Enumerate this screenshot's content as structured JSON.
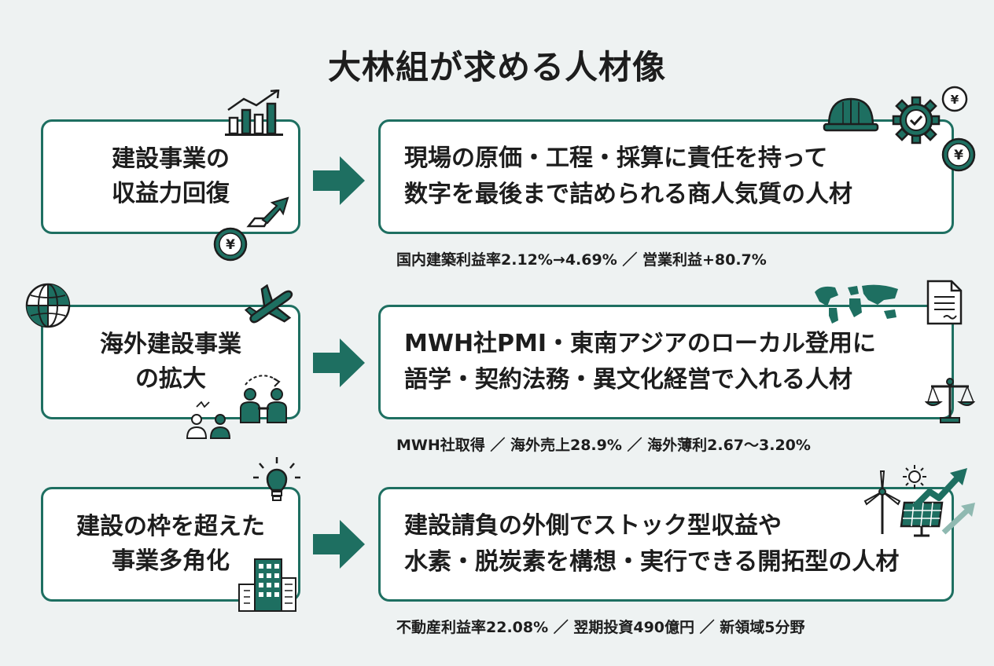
{
  "title": "大林組が求める人材像",
  "rows": [
    {
      "left_lines": [
        "建設事業の",
        "収益力回復"
      ],
      "right_lines": [
        "現場の原価・工程・採算に責任を持って",
        "数字を最後まで詰められる商人気質の人材"
      ],
      "stat": "国内建築利益率2.12%→4.69% ／ 営業利益+80.7%"
    },
    {
      "left_lines": [
        "海外建設事業",
        "の拡大"
      ],
      "right_lines": [
        "MWH社PMI・東南アジアのローカル登用に",
        "語学・契約法務・異文化経営で入れる人材"
      ],
      "stat": "MWH社取得 ／ 海外売上28.9% ／ 海外薄利2.67〜3.20%"
    },
    {
      "left_lines": [
        "建設の枠を超えた",
        "事業多角化"
      ],
      "right_lines": [
        "建設請負の外側でストック型収益や",
        "水素・脱炭素を構想・実行できる開拓型の人材"
      ],
      "stat": "不動産利益率22.08% ／ 翌期投資490億円 ／ 新領域5分野"
    }
  ],
  "icons": {
    "yen_symbol": "¥"
  },
  "colors": {
    "accent": "#1e6f61",
    "background": "#eef2f2",
    "box": "#ffffff",
    "text": "#1d1d1d"
  }
}
